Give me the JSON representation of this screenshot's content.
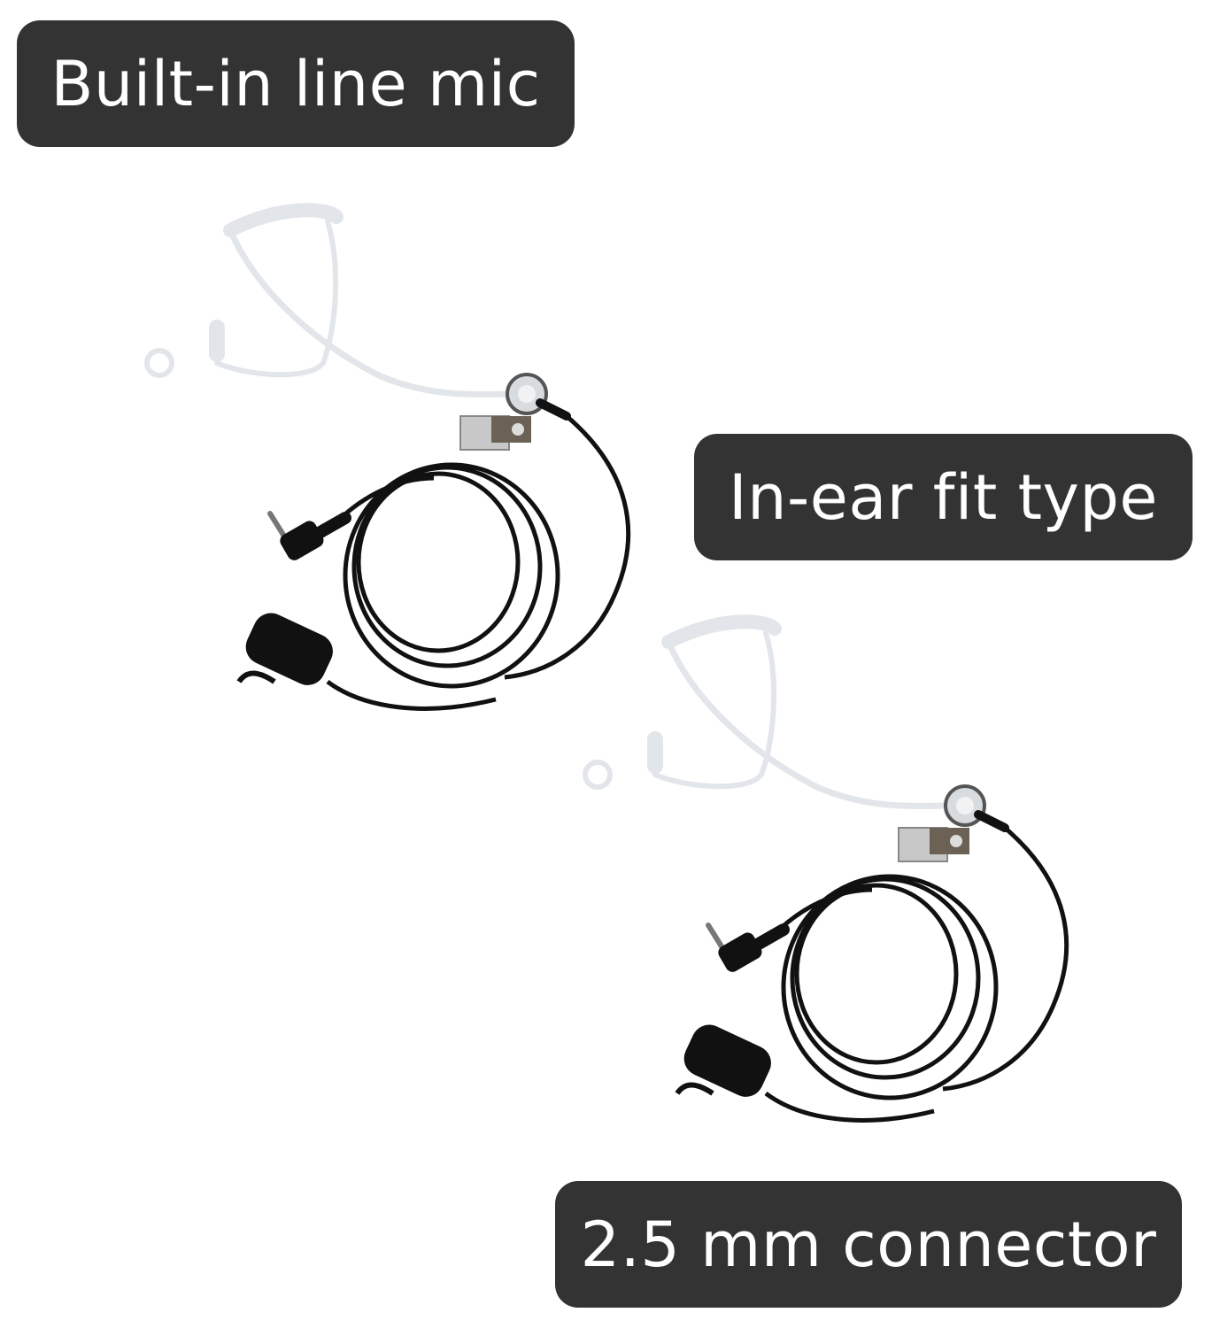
{
  "labels": {
    "mic": "Built-in line mic",
    "fit": "In-ear fit type",
    "connector": "2.5 mm connector"
  },
  "colors": {
    "label_background": "#333333",
    "label_text": "#ffffff",
    "cable": "#111111",
    "tube": "#e6e9ec"
  },
  "product_images": [
    {
      "name": "acoustic-tube-earpiece-1"
    },
    {
      "name": "acoustic-tube-earpiece-2"
    }
  ]
}
